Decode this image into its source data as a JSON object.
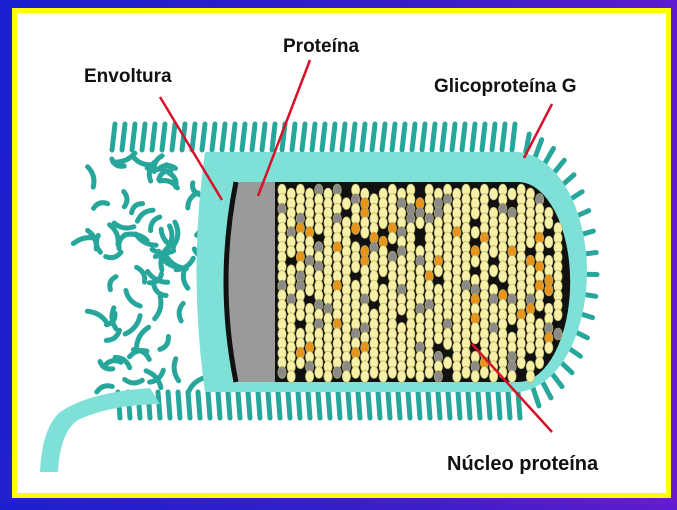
{
  "diagram": {
    "labels": {
      "envoltura": "Envoltura",
      "proteina": "Proteína",
      "glicoproteina": "Glicoproteína G",
      "nucleo": "Núcleo proteína"
    }
  },
  "colors": {
    "frame_border": "#ffff00",
    "panel": "#ffffff",
    "envelope": "#7fe0d8",
    "spike": "#27a79b",
    "nucleo_bead": "#f6f0a8",
    "nucleo_gap": "#111111",
    "accent_orange": "#e8941a",
    "accent_gray": "#8a8a8a",
    "protein_layer": "#9a9a9a",
    "leader_line": "#d8102a"
  }
}
